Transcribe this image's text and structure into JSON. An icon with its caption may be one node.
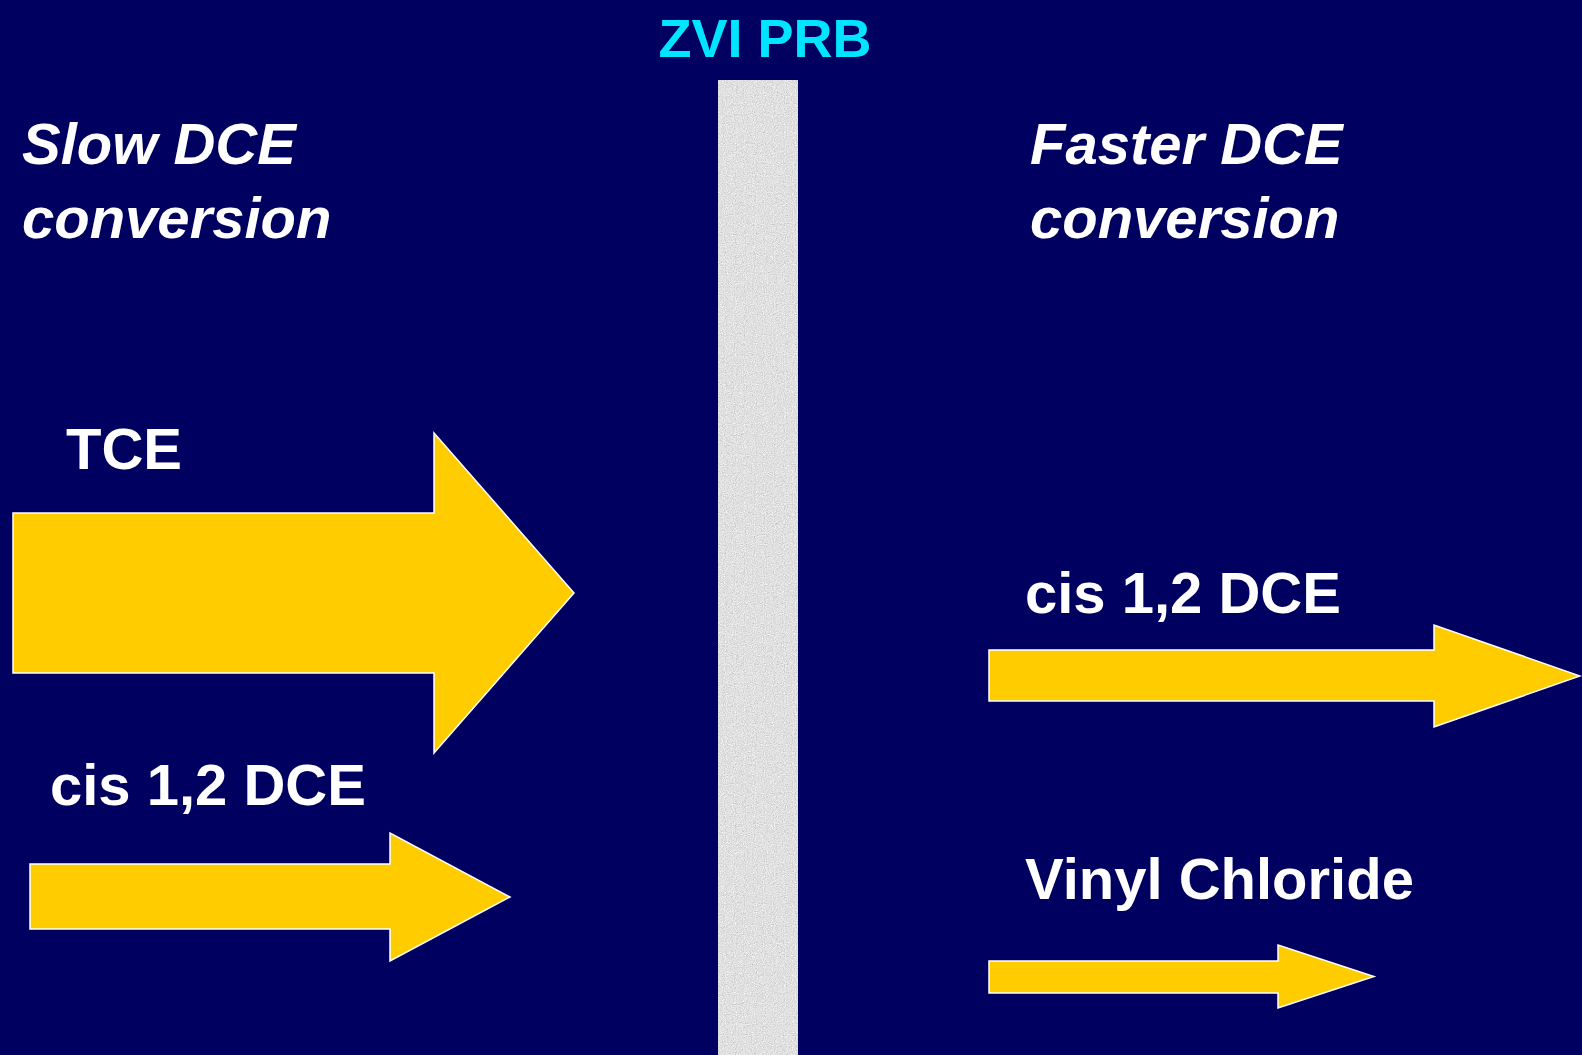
{
  "diagram": {
    "nodes": [
      {
        "text": [
          "ZVI PRB"
        ]
      }
    ],
    "labels": [
      "Slow DCE conversion",
      "Faster DCE conversion",
      "TCE",
      "cis 1,2 DCE",
      "cis 1,2 DCE",
      "Vinyl Chloride"
    ]
  }
}
